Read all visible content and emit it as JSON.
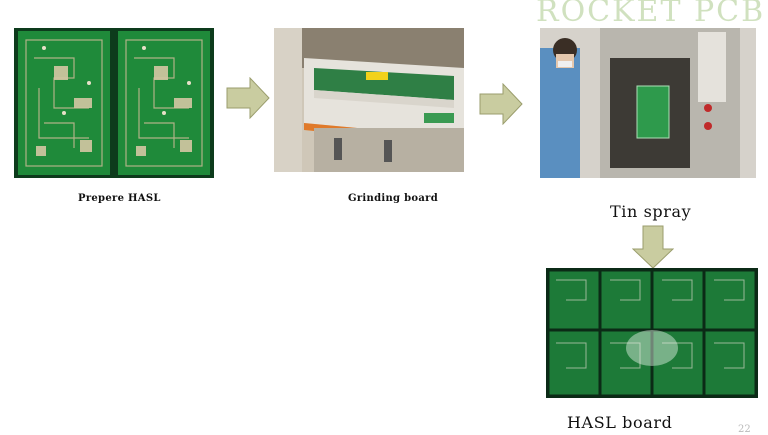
{
  "watermark": "ROCKET PCB",
  "steps": {
    "prepare": {
      "label": "Prepere HASL",
      "icon": "pcb-board-photo"
    },
    "grinding": {
      "label": "Grinding board",
      "icon": "grinding-machine-photo"
    },
    "tin_spray": {
      "label": "Tin spray",
      "icon": "tin-spray-machine-photo"
    },
    "hasl": {
      "label": "HASL board",
      "icon": "finished-hasl-board-photo"
    }
  },
  "arrows": [
    "arrow-right-icon",
    "arrow-right-icon",
    "arrow-down-icon"
  ],
  "colors": {
    "arrow_fill": "#c9cca0",
    "arrow_stroke": "#9a9d6c",
    "pcb_green": "#1f8a3a"
  },
  "corner_mark": "22"
}
